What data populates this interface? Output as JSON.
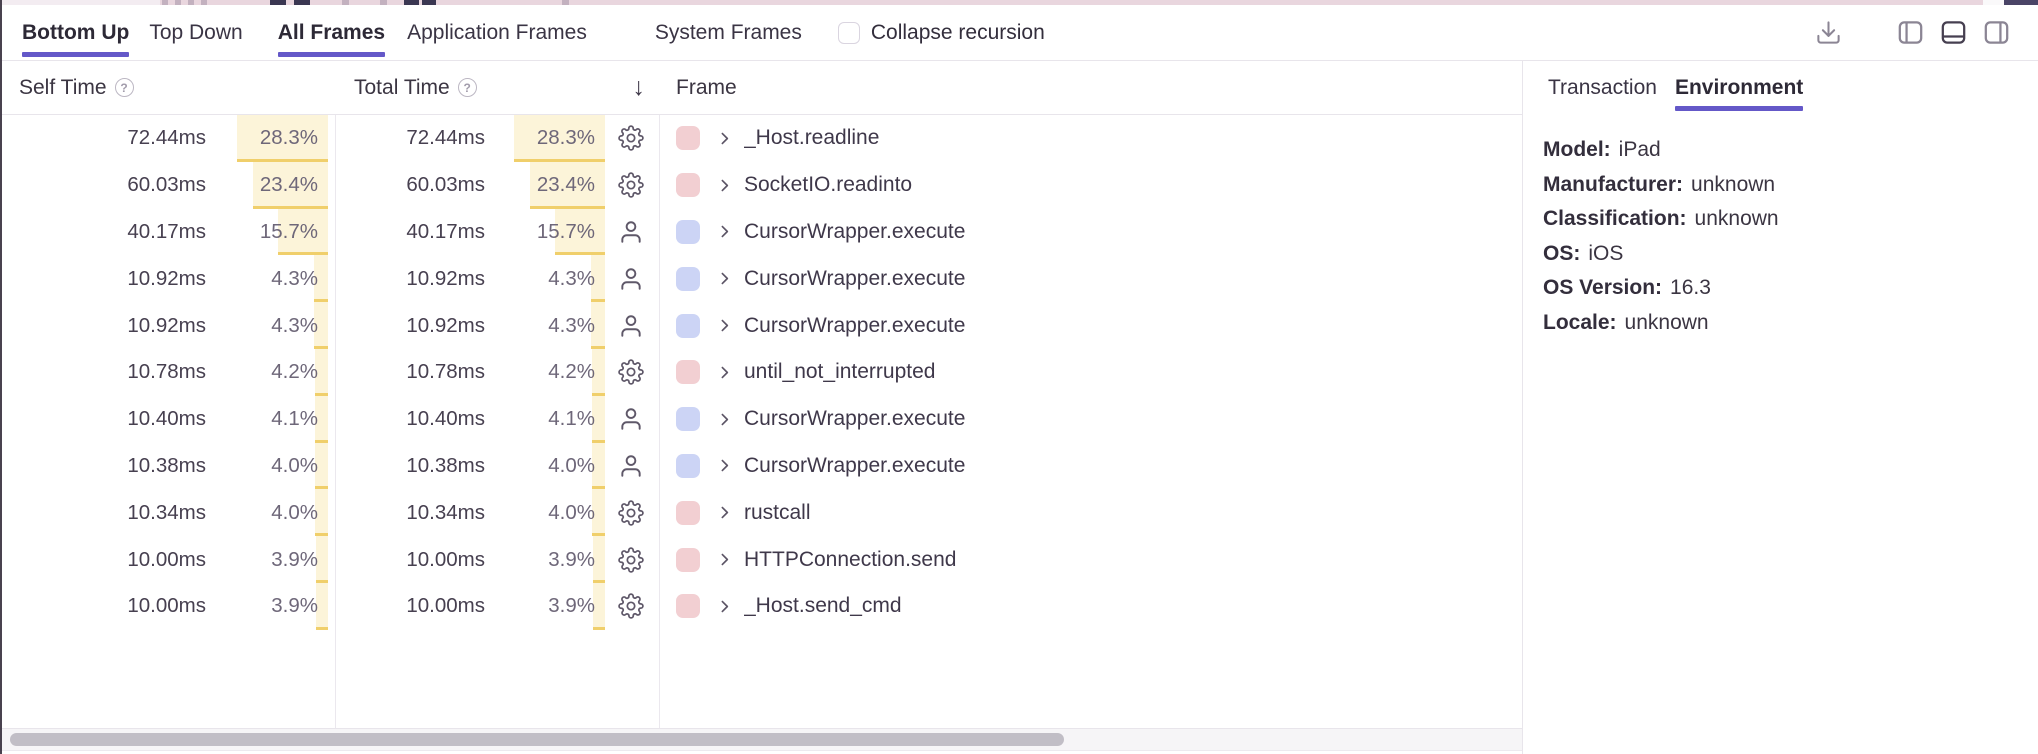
{
  "toolbar": {
    "tabs": [
      {
        "label": "Bottom Up",
        "active": true
      },
      {
        "label": "Top Down",
        "active": false
      },
      {
        "label": "All Frames",
        "active": true
      },
      {
        "label": "Application Frames",
        "active": false
      },
      {
        "label": "System Frames",
        "active": false
      }
    ],
    "collapse_recursion": {
      "label": "Collapse recursion",
      "checked": false
    },
    "actions": {
      "download": "download-icon",
      "layouts": [
        "layout-left",
        "layout-bottom",
        "layout-right"
      ],
      "active_layout": "layout-bottom"
    }
  },
  "table": {
    "headers": {
      "self_time": "Self Time",
      "total_time": "Total Time",
      "frame": "Frame"
    },
    "sort": {
      "column": "total_time",
      "direction": "desc",
      "indicator": "↓"
    },
    "rows": [
      {
        "self_time": "72.44ms",
        "self_pct": "28.3%",
        "total_time": "72.44ms",
        "total_pct": "28.3%",
        "frame_type": "system",
        "frame": "_Host.readline"
      },
      {
        "self_time": "60.03ms",
        "self_pct": "23.4%",
        "total_time": "60.03ms",
        "total_pct": "23.4%",
        "frame_type": "system",
        "frame": "SocketIO.readinto"
      },
      {
        "self_time": "40.17ms",
        "self_pct": "15.7%",
        "total_time": "40.17ms",
        "total_pct": "15.7%",
        "frame_type": "application",
        "frame": "CursorWrapper.execute"
      },
      {
        "self_time": "10.92ms",
        "self_pct": "4.3%",
        "total_time": "10.92ms",
        "total_pct": "4.3%",
        "frame_type": "application",
        "frame": "CursorWrapper.execute"
      },
      {
        "self_time": "10.92ms",
        "self_pct": "4.3%",
        "total_time": "10.92ms",
        "total_pct": "4.3%",
        "frame_type": "application",
        "frame": "CursorWrapper.execute"
      },
      {
        "self_time": "10.78ms",
        "self_pct": "4.2%",
        "total_time": "10.78ms",
        "total_pct": "4.2%",
        "frame_type": "system",
        "frame": "until_not_interrupted"
      },
      {
        "self_time": "10.40ms",
        "self_pct": "4.1%",
        "total_time": "10.40ms",
        "total_pct": "4.1%",
        "frame_type": "application",
        "frame": "CursorWrapper.execute"
      },
      {
        "self_time": "10.38ms",
        "self_pct": "4.0%",
        "total_time": "10.38ms",
        "total_pct": "4.0%",
        "frame_type": "application",
        "frame": "CursorWrapper.execute"
      },
      {
        "self_time": "10.34ms",
        "self_pct": "4.0%",
        "total_time": "10.34ms",
        "total_pct": "4.0%",
        "frame_type": "system",
        "frame": "rustcall"
      },
      {
        "self_time": "10.00ms",
        "self_pct": "3.9%",
        "total_time": "10.00ms",
        "total_pct": "3.9%",
        "frame_type": "system",
        "frame": "HTTPConnection.send"
      },
      {
        "self_time": "10.00ms",
        "self_pct": "3.9%",
        "total_time": "10.00ms",
        "total_pct": "3.9%",
        "frame_type": "system",
        "frame": "_Host.send_cmd"
      }
    ]
  },
  "right_panel": {
    "tabs": [
      {
        "label": "Transaction",
        "active": false
      },
      {
        "label": "Environment",
        "active": true
      }
    ],
    "environment": [
      {
        "label": "Model:",
        "value": "iPad"
      },
      {
        "label": "Manufacturer:",
        "value": "unknown"
      },
      {
        "label": "Classification:",
        "value": "unknown"
      },
      {
        "label": "OS:",
        "value": "iOS"
      },
      {
        "label": "OS Version:",
        "value": "16.3"
      },
      {
        "label": "Locale:",
        "value": "unknown"
      }
    ]
  },
  "colors": {
    "accent": "#6458c8",
    "bar_fill": "#fcf4d9",
    "bar_edge": "#f0cf6b",
    "system_swatch": "#f2cfd2",
    "application_swatch": "#ccd4f5"
  }
}
